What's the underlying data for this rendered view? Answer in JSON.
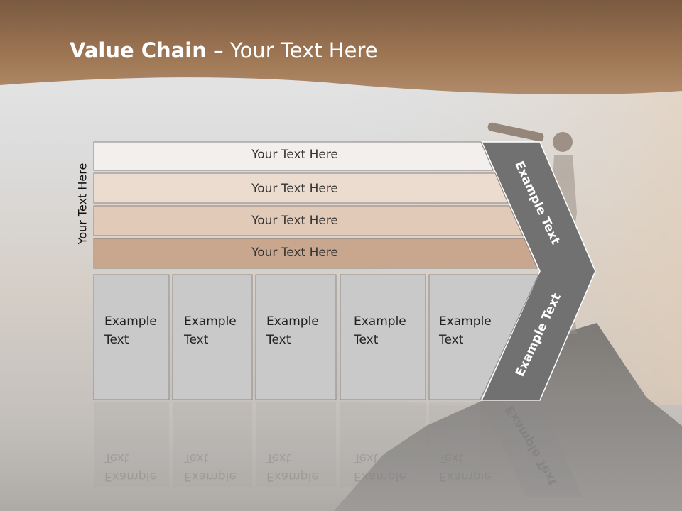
{
  "slide": {
    "title_bold": "Value Chain",
    "title_rest": " – Your Text Here",
    "vertical_label": "Your Text Here"
  },
  "bands": [
    {
      "label": "Your Text Here",
      "color": "#f3efec"
    },
    {
      "label": "Your Text Here",
      "color": "#ecdcd0"
    },
    {
      "label": "Your Text Here",
      "color": "#e2cab9"
    },
    {
      "label": "Your Text Here",
      "color": "#c9a68e"
    }
  ],
  "boxes": [
    {
      "line1": "Example",
      "line2": "Text"
    },
    {
      "line1": "Example",
      "line2": "Text"
    },
    {
      "line1": "Example",
      "line2": "Text"
    },
    {
      "line1": "Example",
      "line2": "Text"
    },
    {
      "line1": "Example",
      "line2": "Text"
    }
  ],
  "chevron": {
    "upper_label": "Example Text",
    "lower_label": "Example Text",
    "color": "#717171"
  },
  "colors": {
    "header_brown": "#8c6849",
    "box_fill": "#c9c9c9"
  }
}
